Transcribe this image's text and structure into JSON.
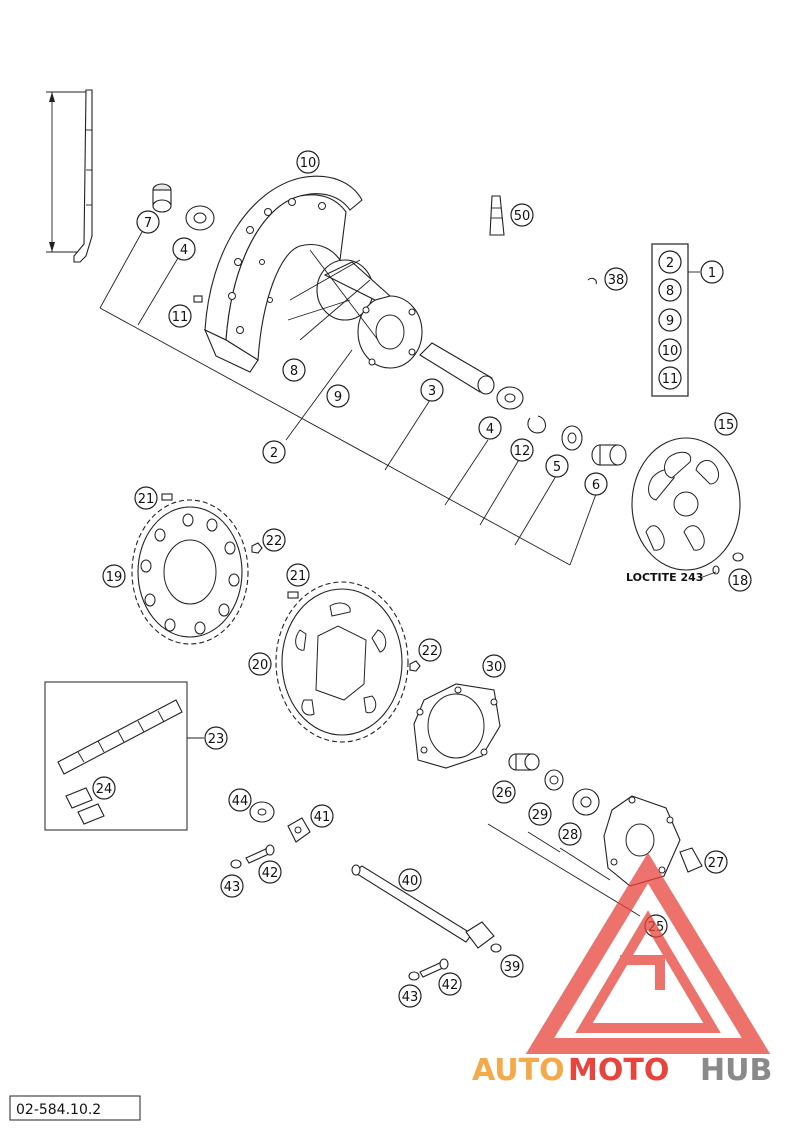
{
  "diagram_code": "02-584.10.2",
  "note": "LOCTITE 243",
  "watermark": {
    "part1": "AUTO",
    "part2": "MOTO",
    "part3": "HUB",
    "color_orange": "#f4a94a",
    "color_red": "#e8433c",
    "color_gray": "#8a8a8a"
  },
  "kit_items": [
    "2",
    "8",
    "9",
    "10",
    "11"
  ],
  "kit_label": "1",
  "callouts": [
    {
      "label": "10"
    },
    {
      "label": "7"
    },
    {
      "label": "4"
    },
    {
      "label": "11"
    },
    {
      "label": "8"
    },
    {
      "label": "9"
    },
    {
      "label": "2"
    },
    {
      "label": "3"
    },
    {
      "label": "4"
    },
    {
      "label": "12"
    },
    {
      "label": "5"
    },
    {
      "label": "6"
    },
    {
      "label": "50"
    },
    {
      "label": "38"
    },
    {
      "label": "15"
    },
    {
      "label": "18"
    },
    {
      "label": "21"
    },
    {
      "label": "22"
    },
    {
      "label": "19"
    },
    {
      "label": "21"
    },
    {
      "label": "20"
    },
    {
      "label": "22"
    },
    {
      "label": "30"
    },
    {
      "label": "23"
    },
    {
      "label": "24"
    },
    {
      "label": "44"
    },
    {
      "label": "41"
    },
    {
      "label": "42"
    },
    {
      "label": "43"
    },
    {
      "label": "40"
    },
    {
      "label": "26"
    },
    {
      "label": "29"
    },
    {
      "label": "28"
    },
    {
      "label": "27"
    },
    {
      "label": "25"
    },
    {
      "label": "39"
    },
    {
      "label": "42"
    },
    {
      "label": "43"
    }
  ]
}
